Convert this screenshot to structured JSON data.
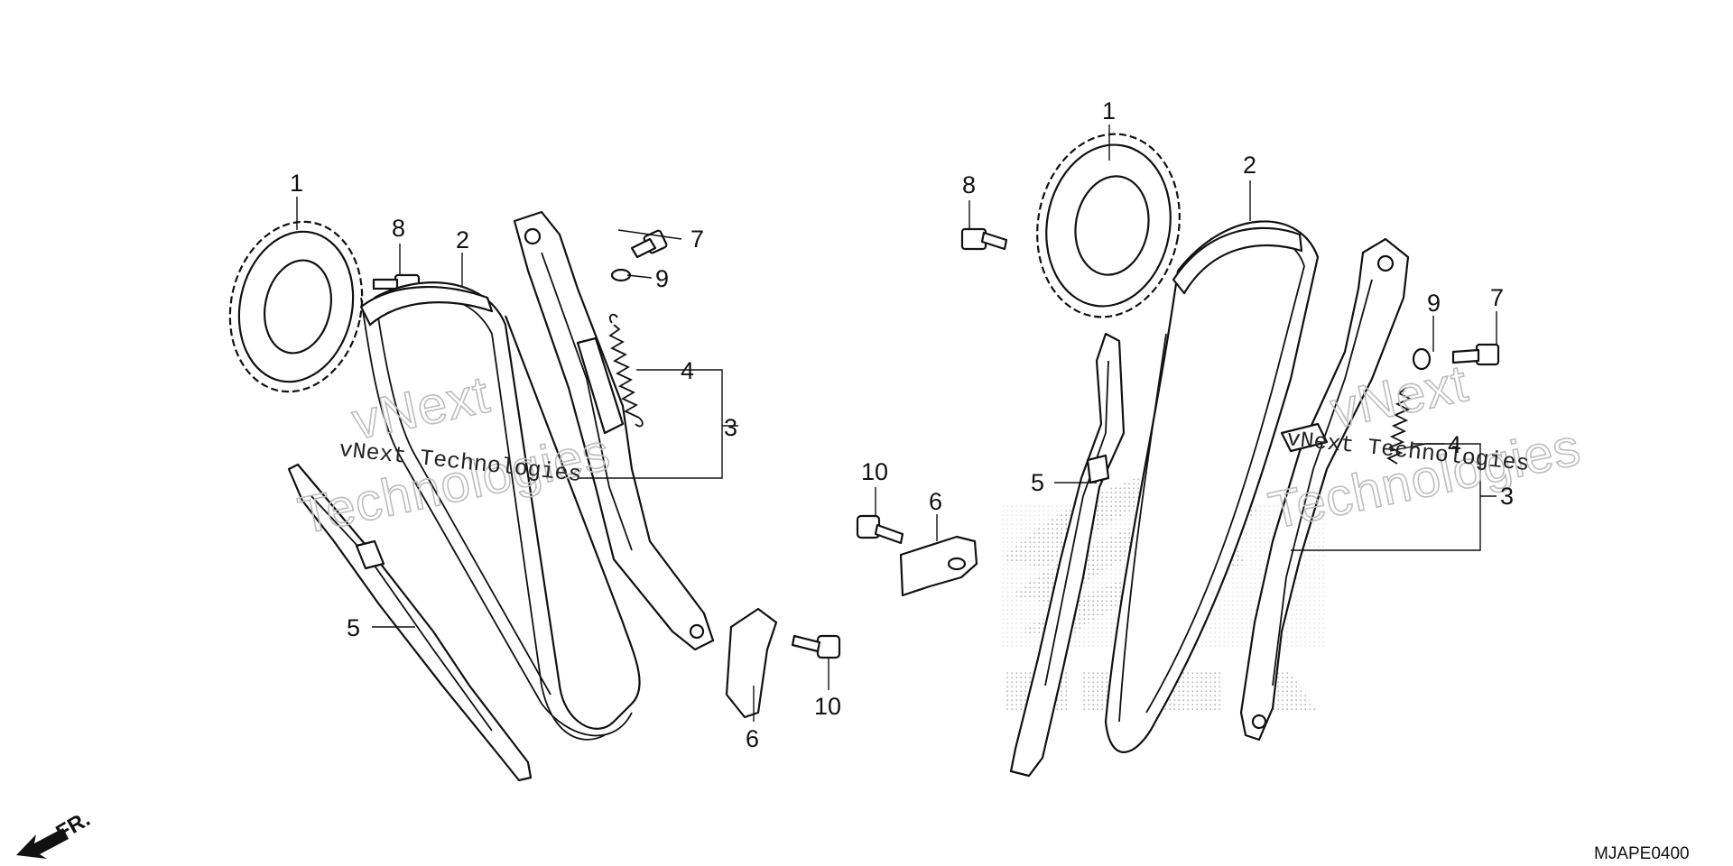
{
  "callouts": {
    "l1": "1",
    "l2": "2",
    "l3": "3",
    "l4": "4",
    "l5": "5",
    "l6a": "6",
    "l6b": "6",
    "l7": "7",
    "l8": "8",
    "l9": "9",
    "l10a": "10",
    "l10b": "10",
    "r1": "1",
    "r2": "2",
    "r3": "3",
    "r4": "4",
    "r5": "5",
    "r7": "7",
    "r8": "8",
    "r9": "9"
  },
  "watermark": {
    "line1": "vNext",
    "line2": "Technologies",
    "mono": "vNext Technologies"
  },
  "diagram_code": "MJAPE0400",
  "direction_label": "FR.",
  "colors": {
    "line": "#111111",
    "watermark": "#bdbdbd",
    "background": "#ffffff"
  }
}
